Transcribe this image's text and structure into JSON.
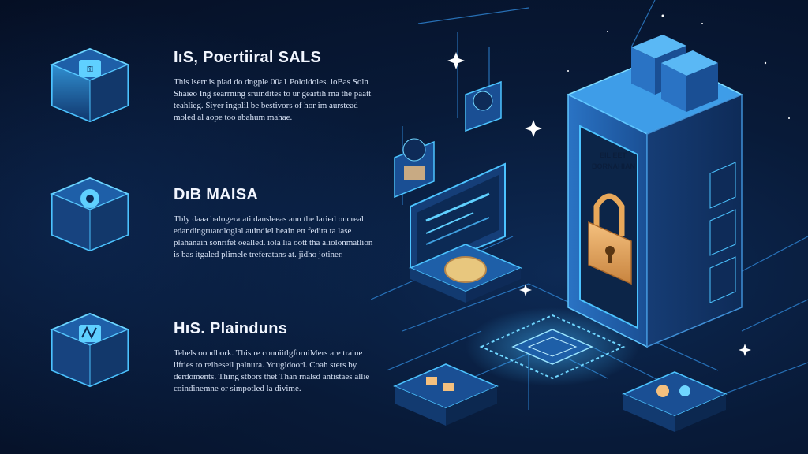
{
  "sections": [
    {
      "title": "IıS, Poertiiral SALS",
      "body": "This lserr is piad do dngple 00a1 Poloidoles. loBas Soln Shaieo Ing searrning sruindites to ur geartih rna the paatt teahlieg. Siyer ingplil be bestivors of hor im aurstead moled al aope too abahum mahae."
    },
    {
      "title": "DıB MAISA",
      "body": "Tbly daaa balogeratati dansleeas ann the laried oncreal edandingruarologlal auindiel heain ett fedita ta lase plahanain sonrifet oealled. iola lia oott tha aliolonmatlion is bas itgaled plimele treferatans at. jidho jotiner."
    },
    {
      "title": "HıS. Plainduns",
      "body": "Tebels oondbork. This re conniitlgforniMers are traine lifties to reiheseil palnura. Yougldoorl. Coah sters by derdoments. Thing stbors thet Than rnalsd antistaes allie coindinemne or simpotled la divime."
    }
  ],
  "server": {
    "label_line1": "EIL  EET",
    "label_line2": "BORNAHIAN"
  },
  "colors": {
    "accent": "#3fb6ff",
    "panel": "#1a3f78",
    "lock": "#e8a85a"
  }
}
